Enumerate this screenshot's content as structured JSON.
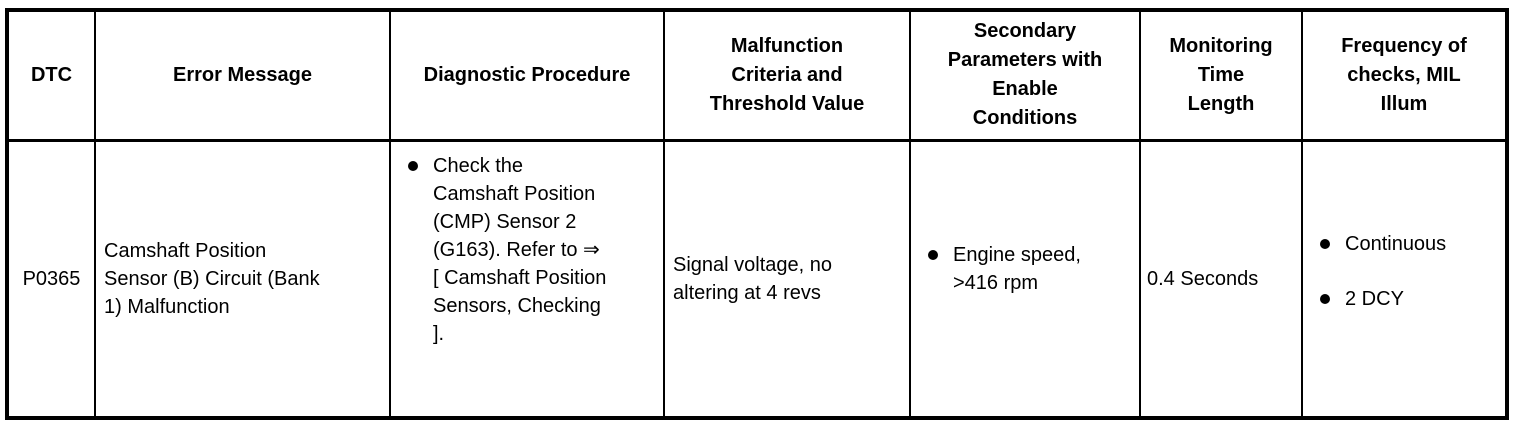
{
  "table": {
    "colors": {
      "border": "#000000",
      "background": "#ffffff",
      "text": "#000000"
    },
    "headers": [
      "DTC",
      "Error Message",
      "Diagnostic Procedure",
      "Malfunction\nCriteria and\nThreshold Value",
      "Secondary\nParameters with\nEnable\nConditions",
      "Monitoring\nTime\nLength",
      "Frequency of\nchecks, MIL\nIllum"
    ],
    "row": {
      "dtc": "P0365",
      "error_message": "Camshaft Position\nSensor (B) Circuit (Bank\n1) Malfunction",
      "diagnostic_procedure": [
        "Check the\nCamshaft Position\n(CMP) Sensor 2\n(G163). Refer to ⇒\n[ Camshaft Position\nSensors, Checking\n]."
      ],
      "malfunction_criteria": "Signal voltage, no\naltering at 4 revs",
      "secondary_parameters": [
        "Engine speed,\n>416 rpm"
      ],
      "monitoring_time": "0.4 Seconds",
      "frequency": [
        "Continuous",
        "2 DCY"
      ]
    }
  }
}
